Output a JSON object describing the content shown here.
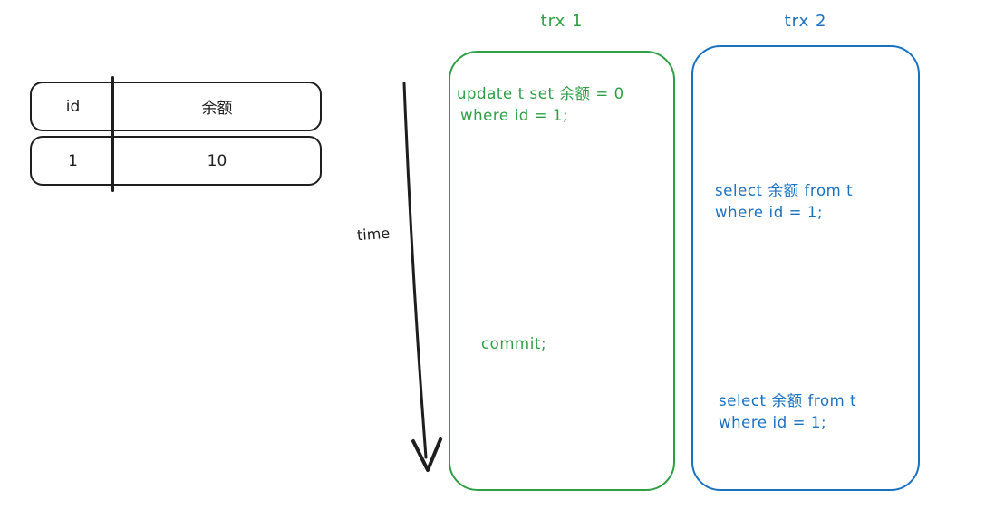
{
  "colors": {
    "background": "#ffffff",
    "ink": "#1e1e1e",
    "green": "#2f9e44",
    "blue": "#1971c2"
  },
  "table": {
    "header": {
      "id": "id",
      "balance": "余额"
    },
    "row": {
      "id": "1",
      "balance": "10"
    }
  },
  "timeline": {
    "label": "time"
  },
  "transactions": [
    {
      "title": "trx 1",
      "statements": [
        {
          "line1": "update t set 余额 = 0",
          "line2": "where id = 1;"
        },
        {
          "line1": "commit;",
          "line2": ""
        }
      ]
    },
    {
      "title": "trx 2",
      "statements": [
        {
          "line1": "select 余额 from t",
          "line2": "where id = 1;"
        },
        {
          "line1": "select 余额 from t",
          "line2": "where id = 1;"
        }
      ]
    }
  ]
}
